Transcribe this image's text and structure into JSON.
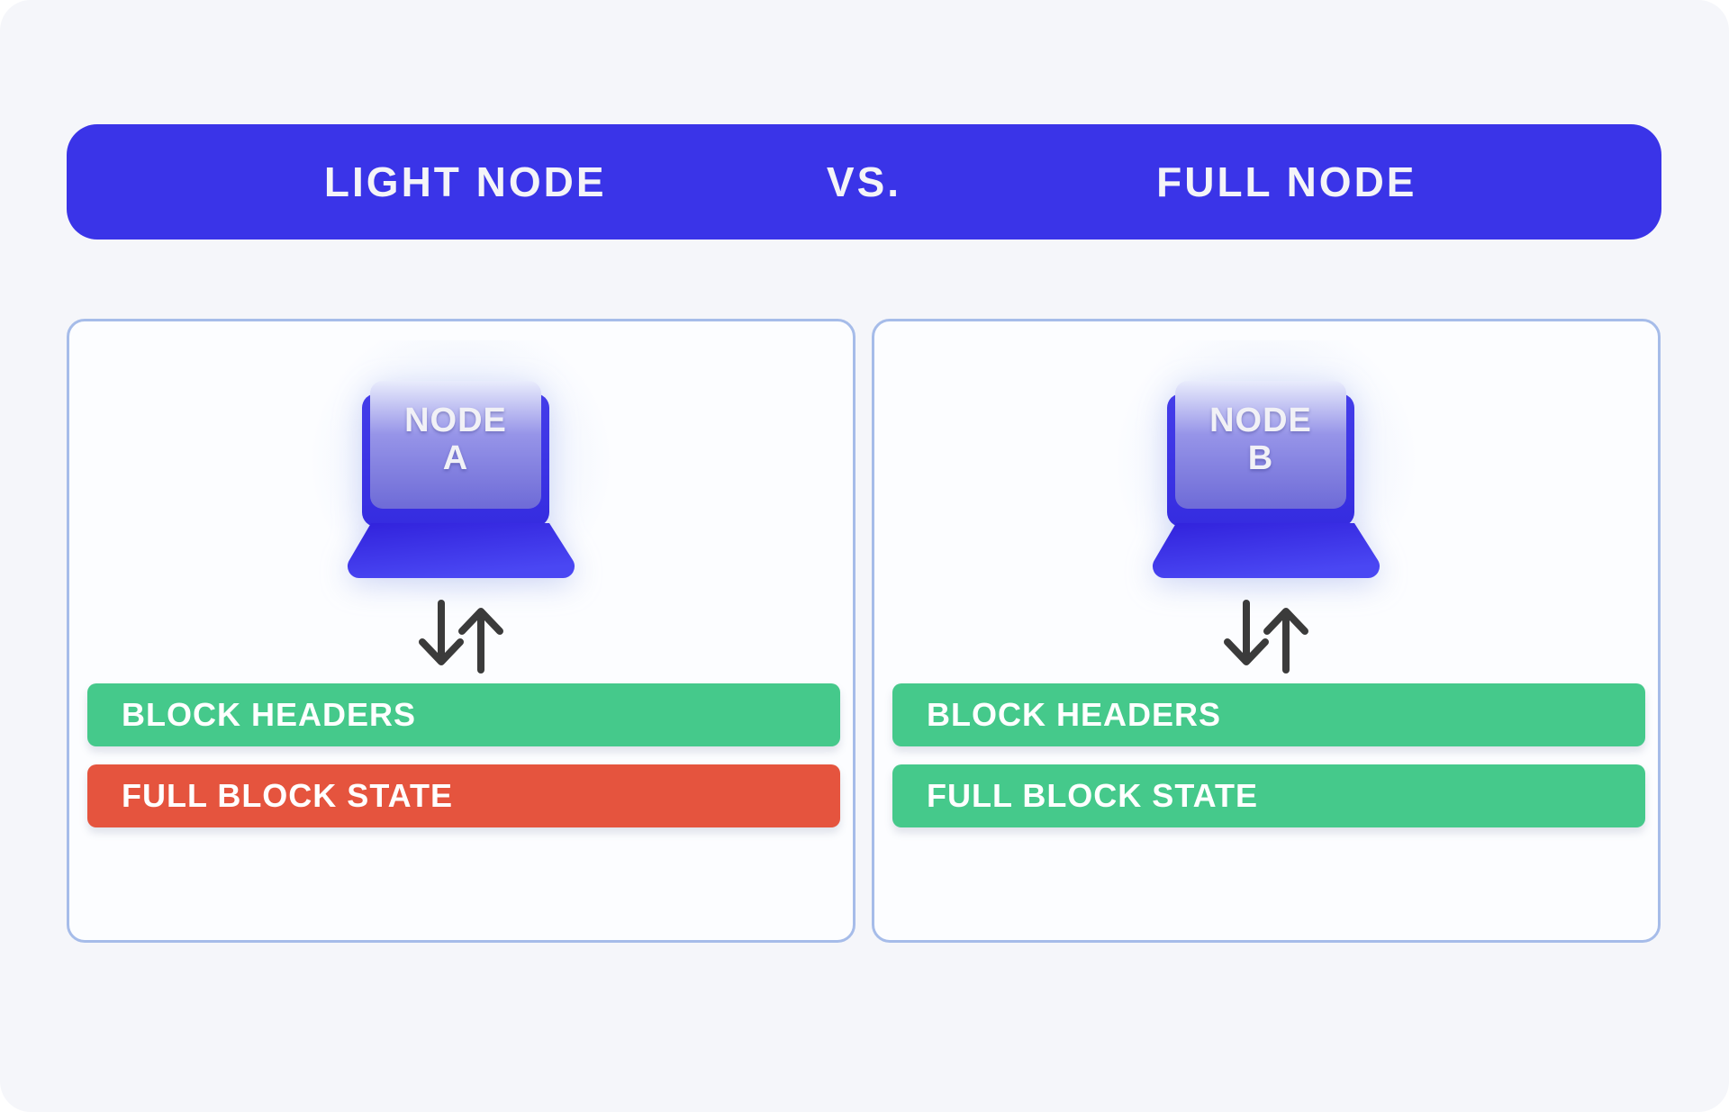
{
  "header": {
    "left_label": "LIGHT NODE",
    "vs_label": "VS.",
    "right_label": "FULL NODE"
  },
  "colors": {
    "header_blue": "#3a34e8",
    "laptop_blue": "#3e36e8",
    "panel_border_blue": "#a6bce9",
    "canvas_background": "#f5f6fa",
    "bar_green": "#45c98b",
    "bar_red": "#e5543e",
    "arrow_dark": "#3b3b3b"
  },
  "icons": {
    "laptop": "laptop-icon",
    "arrows": "up-down-arrows-icon"
  },
  "panels": [
    {
      "id": "light-node",
      "node_line1": "NODE",
      "node_line2": "A",
      "bars": [
        {
          "label": "BLOCK HEADERS",
          "status": "green"
        },
        {
          "label": "FULL BLOCK STATE",
          "status": "red"
        }
      ]
    },
    {
      "id": "full-node",
      "node_line1": "NODE",
      "node_line2": "B",
      "bars": [
        {
          "label": "BLOCK HEADERS",
          "status": "green"
        },
        {
          "label": "FULL BLOCK STATE",
          "status": "green"
        }
      ]
    }
  ]
}
